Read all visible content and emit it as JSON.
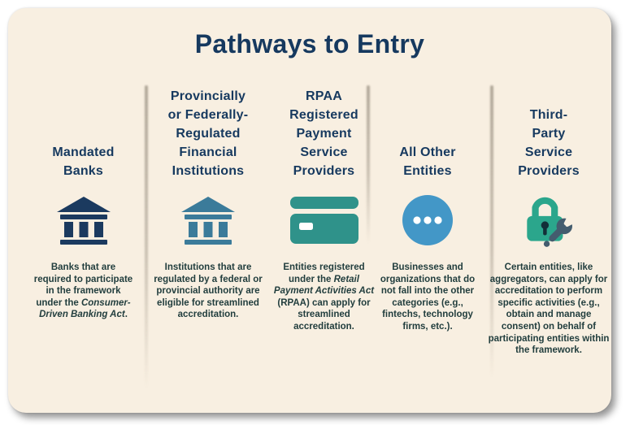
{
  "title": "Pathways to Entry",
  "colors": {
    "card_bg": "#f8efe1",
    "heading": "#16395f",
    "body_text": "#223e3e",
    "bank1": "#1b3a5f",
    "bank2": "#3b7b9a",
    "card_teal": "#2f928a",
    "chip_white": "#ffffff",
    "circle_blue": "#4397c7",
    "lock_teal": "#2ba68c",
    "keyhole_dark": "#132f38",
    "wrench_slate": "#445c6e"
  },
  "columns": [
    {
      "id": "mandated-banks",
      "heading_lines": [
        "Mandated",
        "Banks"
      ],
      "icon": "bank-icon",
      "description": [
        {
          "text": "Banks that are required to participate in the framework under the ",
          "italic": false
        },
        {
          "text": "Consumer-Driven Banking Act",
          "italic": true
        },
        {
          "text": ".",
          "italic": false
        }
      ]
    },
    {
      "id": "regulated-financial-institutions",
      "heading_lines": [
        "Provincially",
        "or Federally-",
        "Regulated",
        "Financial",
        "Institutions"
      ],
      "icon": "bank-icon",
      "description": [
        {
          "text": "Institutions that are regulated by a federal or provincial authority are eligible for streamlined accreditation.",
          "italic": false
        }
      ]
    },
    {
      "id": "rpaa-payment-service-providers",
      "heading_lines": [
        "RPAA",
        "Registered",
        "Payment",
        "Service",
        "Providers"
      ],
      "icon": "credit-card-icon",
      "description": [
        {
          "text": "Entities registered under the ",
          "italic": false
        },
        {
          "text": "Retail Payment Activities Act",
          "italic": true
        },
        {
          "text": " (RPAA) can apply for streamlined accreditation.",
          "italic": false
        }
      ]
    },
    {
      "id": "all-other-entities",
      "heading_lines": [
        "All Other",
        "Entities"
      ],
      "icon": "ellipsis-circle-icon",
      "description": [
        {
          "text": "Businesses and organizations that do not fall into the other categories (e.g., fintechs, technology firms, etc.).",
          "italic": false
        }
      ]
    },
    {
      "id": "third-party-service-providers",
      "heading_lines": [
        "Third-",
        "Party",
        "Service",
        "Providers"
      ],
      "icon": "lock-wrench-icon",
      "description": [
        {
          "text": "Certain entities, like aggregators, can apply for accreditation to perform specific activities (e.g., obtain and manage consent) on behalf of participating entities within the framework.",
          "italic": false
        }
      ]
    }
  ]
}
